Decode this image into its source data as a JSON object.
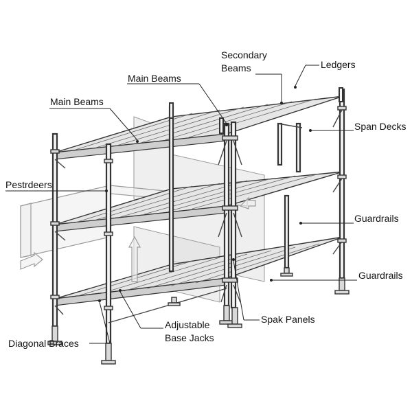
{
  "labels": {
    "secondary_beams_line1": "Secondary",
    "secondary_beams_line2": "Beams",
    "ledgers": "Ledgers",
    "main_beams_top": "Main Beams",
    "main_beams_left": "Main Beams",
    "span_decks": "Span Decks",
    "pestrdeers": "Pestrdeers",
    "guardrails_mid": "Guardrails",
    "guardrails_low": "Guardrails",
    "adjustable_line1": "Adjustable",
    "adjustable_line2": "Base Jacks",
    "spak_panels": "Spak Panels",
    "diagonal_braces": "Diagonal Braces"
  },
  "colors": {
    "line": "#333333",
    "deck": "#e6e6e6",
    "panel": "#dcdcdc",
    "background": "#ffffff"
  }
}
